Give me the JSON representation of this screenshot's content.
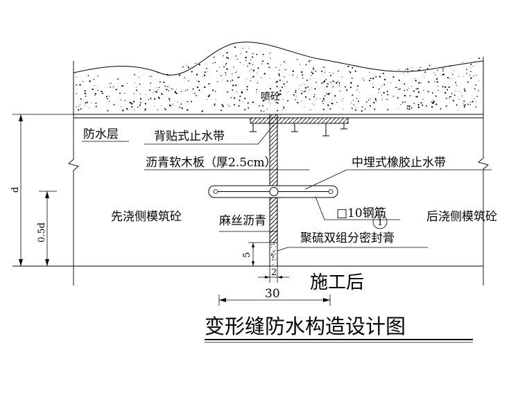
{
  "labels": {
    "shotcrete": "喷砼",
    "waterproof_layer": "防水层",
    "back_waterstop": "背贴式止水带",
    "asphalt_cork": "沥青软木板（厚2.5cm）",
    "embedded_waterstop": "中埋式橡胶止水带",
    "rebar": "□10钢筋",
    "circle_marker": "1",
    "first_pour": "先浇侧模筑砼",
    "hemp_asphalt": "麻丝沥青",
    "second_pour": "后浇侧模筑砼",
    "sealant": "聚硫双组分密封膏"
  },
  "dimensions": {
    "d": "d",
    "half_d": "0.5d",
    "five": "5",
    "two": "2",
    "thirty": "30"
  },
  "subtitle": "施工后",
  "title": "变形缝防水构造设计图"
}
